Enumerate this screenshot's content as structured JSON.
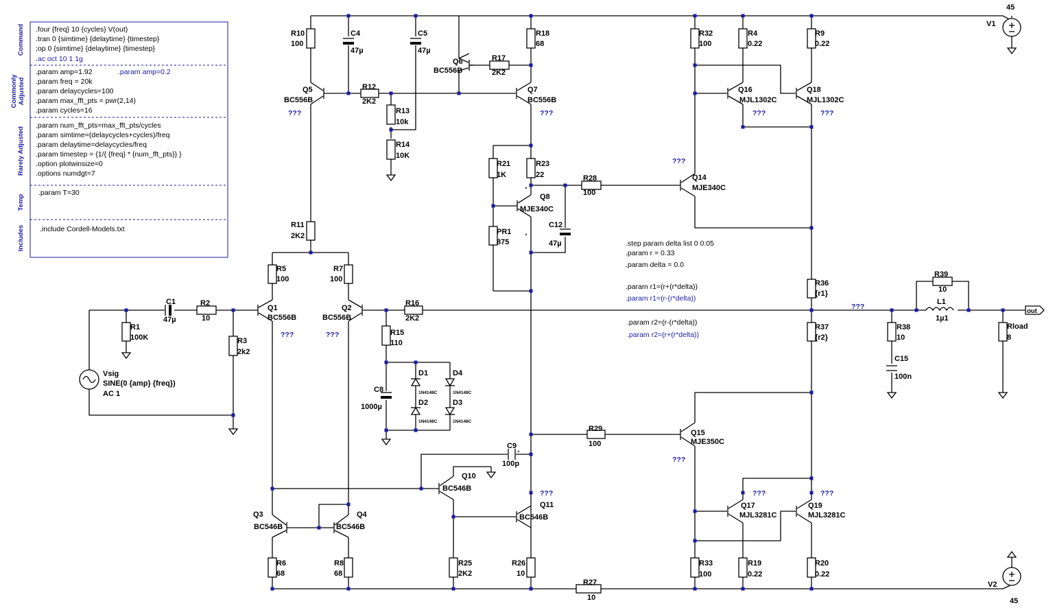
{
  "directives": {
    "command": {
      "title": "Command",
      "lines": [
        ".four {freq} 10 {cycles} V(out)",
        ".tran 0 {simtime} {delaytime} {timestep}",
        ";op 0 {simtime} {delaytime} {timestep}"
      ],
      "active": ".ac oct 10 1 1g"
    },
    "commonly": {
      "title_1": "Commonly",
      "title_2": "Adjusted",
      "lines": [
        ".param amp=1.92",
        ".param freq = 20k",
        ".param delaycycles=100",
        ".param max_fft_pts = pwr(2,14)",
        ".param cycles=16"
      ],
      "alt": ".param amp=0.2"
    },
    "rarely": {
      "title": "Rarely Adjusted",
      "lines": [
        ".param num_fft_pts=max_fft_pts/cycles",
        ".param simtime=(delaycycles+cycles)/freq",
        ".param delaytime=delaycycles/freq",
        ".param timestep = {1/{ {freq} * {num_fft_pts}} }",
        ".option plotwinsize=0",
        ".options numdgt=7"
      ]
    },
    "temp": {
      "title": "Temp",
      "line": ".param T=30"
    },
    "includes": {
      "title": "Includes",
      "line": ".include Cordell-Models.txt"
    }
  },
  "step_block": {
    "lines": [
      ".step param delta list 0 0.05",
      ".param r = 0.33",
      ".param delta = 0.0"
    ],
    "r1_comment": ".param r1=(r+(r*delta))",
    "r1_active": ".param r1=(r-(r*delta))",
    "r2_comment": ".param r2=(r-(r*delta))",
    "r2_active": ".param r2=(r+(r*delta))"
  },
  "unknown": "???",
  "components": {
    "V1": {
      "name": "V1",
      "value": "45"
    },
    "V2": {
      "name": "V2",
      "value": "45"
    },
    "Vsig": {
      "name": "Vsig",
      "value": "SINE(0 {amp} {freq})",
      "ac": "AC 1"
    },
    "R1": {
      "name": "R1",
      "value": "100K"
    },
    "R2": {
      "name": "R2",
      "value": "10"
    },
    "R3": {
      "name": "R3",
      "value": "2k2"
    },
    "C1": {
      "name": "C1",
      "value": "47µ"
    },
    "R5": {
      "name": "R5",
      "value": "100"
    },
    "R7": {
      "name": "R7",
      "value": "100"
    },
    "R6": {
      "name": "R6",
      "value": "68"
    },
    "R8": {
      "name": "R8",
      "value": "68"
    },
    "R10": {
      "name": "R10",
      "value": "100"
    },
    "R11": {
      "name": "R11",
      "value": "2K2"
    },
    "R12": {
      "name": "R12",
      "value": "2K2"
    },
    "R13": {
      "name": "R13",
      "value": "10k"
    },
    "R14": {
      "name": "R14",
      "value": "10K"
    },
    "R15": {
      "name": "R15",
      "value": "110"
    },
    "R16": {
      "name": "R16",
      "value": "2K2"
    },
    "R17": {
      "name": "R17",
      "value": "2K2"
    },
    "R18": {
      "name": "R18",
      "value": "68"
    },
    "R19": {
      "name": "R19",
      "value": "0.22"
    },
    "R20": {
      "name": "R20",
      "value": "0.22"
    },
    "R21": {
      "name": "R21",
      "value": "1K"
    },
    "R23": {
      "name": "R23",
      "value": "22"
    },
    "R25": {
      "name": "R25",
      "value": "2K2"
    },
    "R26": {
      "name": "R26",
      "value": "10"
    },
    "R27": {
      "name": "R27",
      "value": "10"
    },
    "R28": {
      "name": "R28",
      "value": "100"
    },
    "R29": {
      "name": "R29",
      "value": "100"
    },
    "R32": {
      "name": "R32",
      "value": "100"
    },
    "R33": {
      "name": "R33",
      "value": "100"
    },
    "R4": {
      "name": "R4",
      "value": "0.22"
    },
    "R9": {
      "name": "R9",
      "value": "0.22"
    },
    "R36": {
      "name": "R36",
      "value": "{r1}"
    },
    "R37": {
      "name": "R37",
      "value": "{r2}"
    },
    "R38": {
      "name": "R38",
      "value": "10"
    },
    "R39": {
      "name": "R39",
      "value": "10"
    },
    "Rload": {
      "name": "Rload",
      "value": "8"
    },
    "PR1": {
      "name": "PR1",
      "value": "875"
    },
    "C4": {
      "name": "C4",
      "value": "47µ"
    },
    "C5": {
      "name": "C5",
      "value": "47µ"
    },
    "C8": {
      "name": "C8",
      "value": "1000µ"
    },
    "C9": {
      "name": "C9",
      "value": "100p"
    },
    "C12": {
      "name": "C12",
      "value": "47µ"
    },
    "C15": {
      "name": "C15",
      "value": "100n"
    },
    "L1": {
      "name": "L1",
      "value": "1µ1"
    },
    "D1": {
      "name": "D1",
      "value": "1N4148C"
    },
    "D2": {
      "name": "D2",
      "value": "1N4148C"
    },
    "D3": {
      "name": "D3",
      "value": "1N4148C"
    },
    "D4": {
      "name": "D4",
      "value": "1N4148C"
    },
    "Q1": {
      "name": "Q1",
      "value": "BC556B"
    },
    "Q2": {
      "name": "Q2",
      "value": "BC556B"
    },
    "Q3": {
      "name": "Q3",
      "value": "BC546B"
    },
    "Q4": {
      "name": "Q4",
      "value": "BC546B"
    },
    "Q5": {
      "name": "Q5",
      "value": "BC556B"
    },
    "Q6": {
      "name": "Q6",
      "value": "BC556B"
    },
    "Q7": {
      "name": "Q7",
      "value": "BC556B"
    },
    "Q8": {
      "name": "Q8",
      "value": "MJE340C"
    },
    "Q10": {
      "name": "Q10",
      "value": "BC546B"
    },
    "Q11": {
      "name": "Q11",
      "value": "BC546B"
    },
    "Q14": {
      "name": "Q14",
      "value": "MJE340C"
    },
    "Q15": {
      "name": "Q15",
      "value": "MJE350C"
    },
    "Q16": {
      "name": "Q16",
      "value": "MJL1302C"
    },
    "Q17": {
      "name": "Q17",
      "value": "MJL3281C"
    },
    "Q18": {
      "name": "Q18",
      "value": "MJL1302C"
    },
    "Q19": {
      "name": "Q19",
      "value": "MJL3281C"
    }
  },
  "out_label": "out",
  "colors": {
    "wire": "#000000",
    "junction": "#1a1aa6",
    "directive_active": "#1a1aa6",
    "directive_comment": "#000000"
  }
}
